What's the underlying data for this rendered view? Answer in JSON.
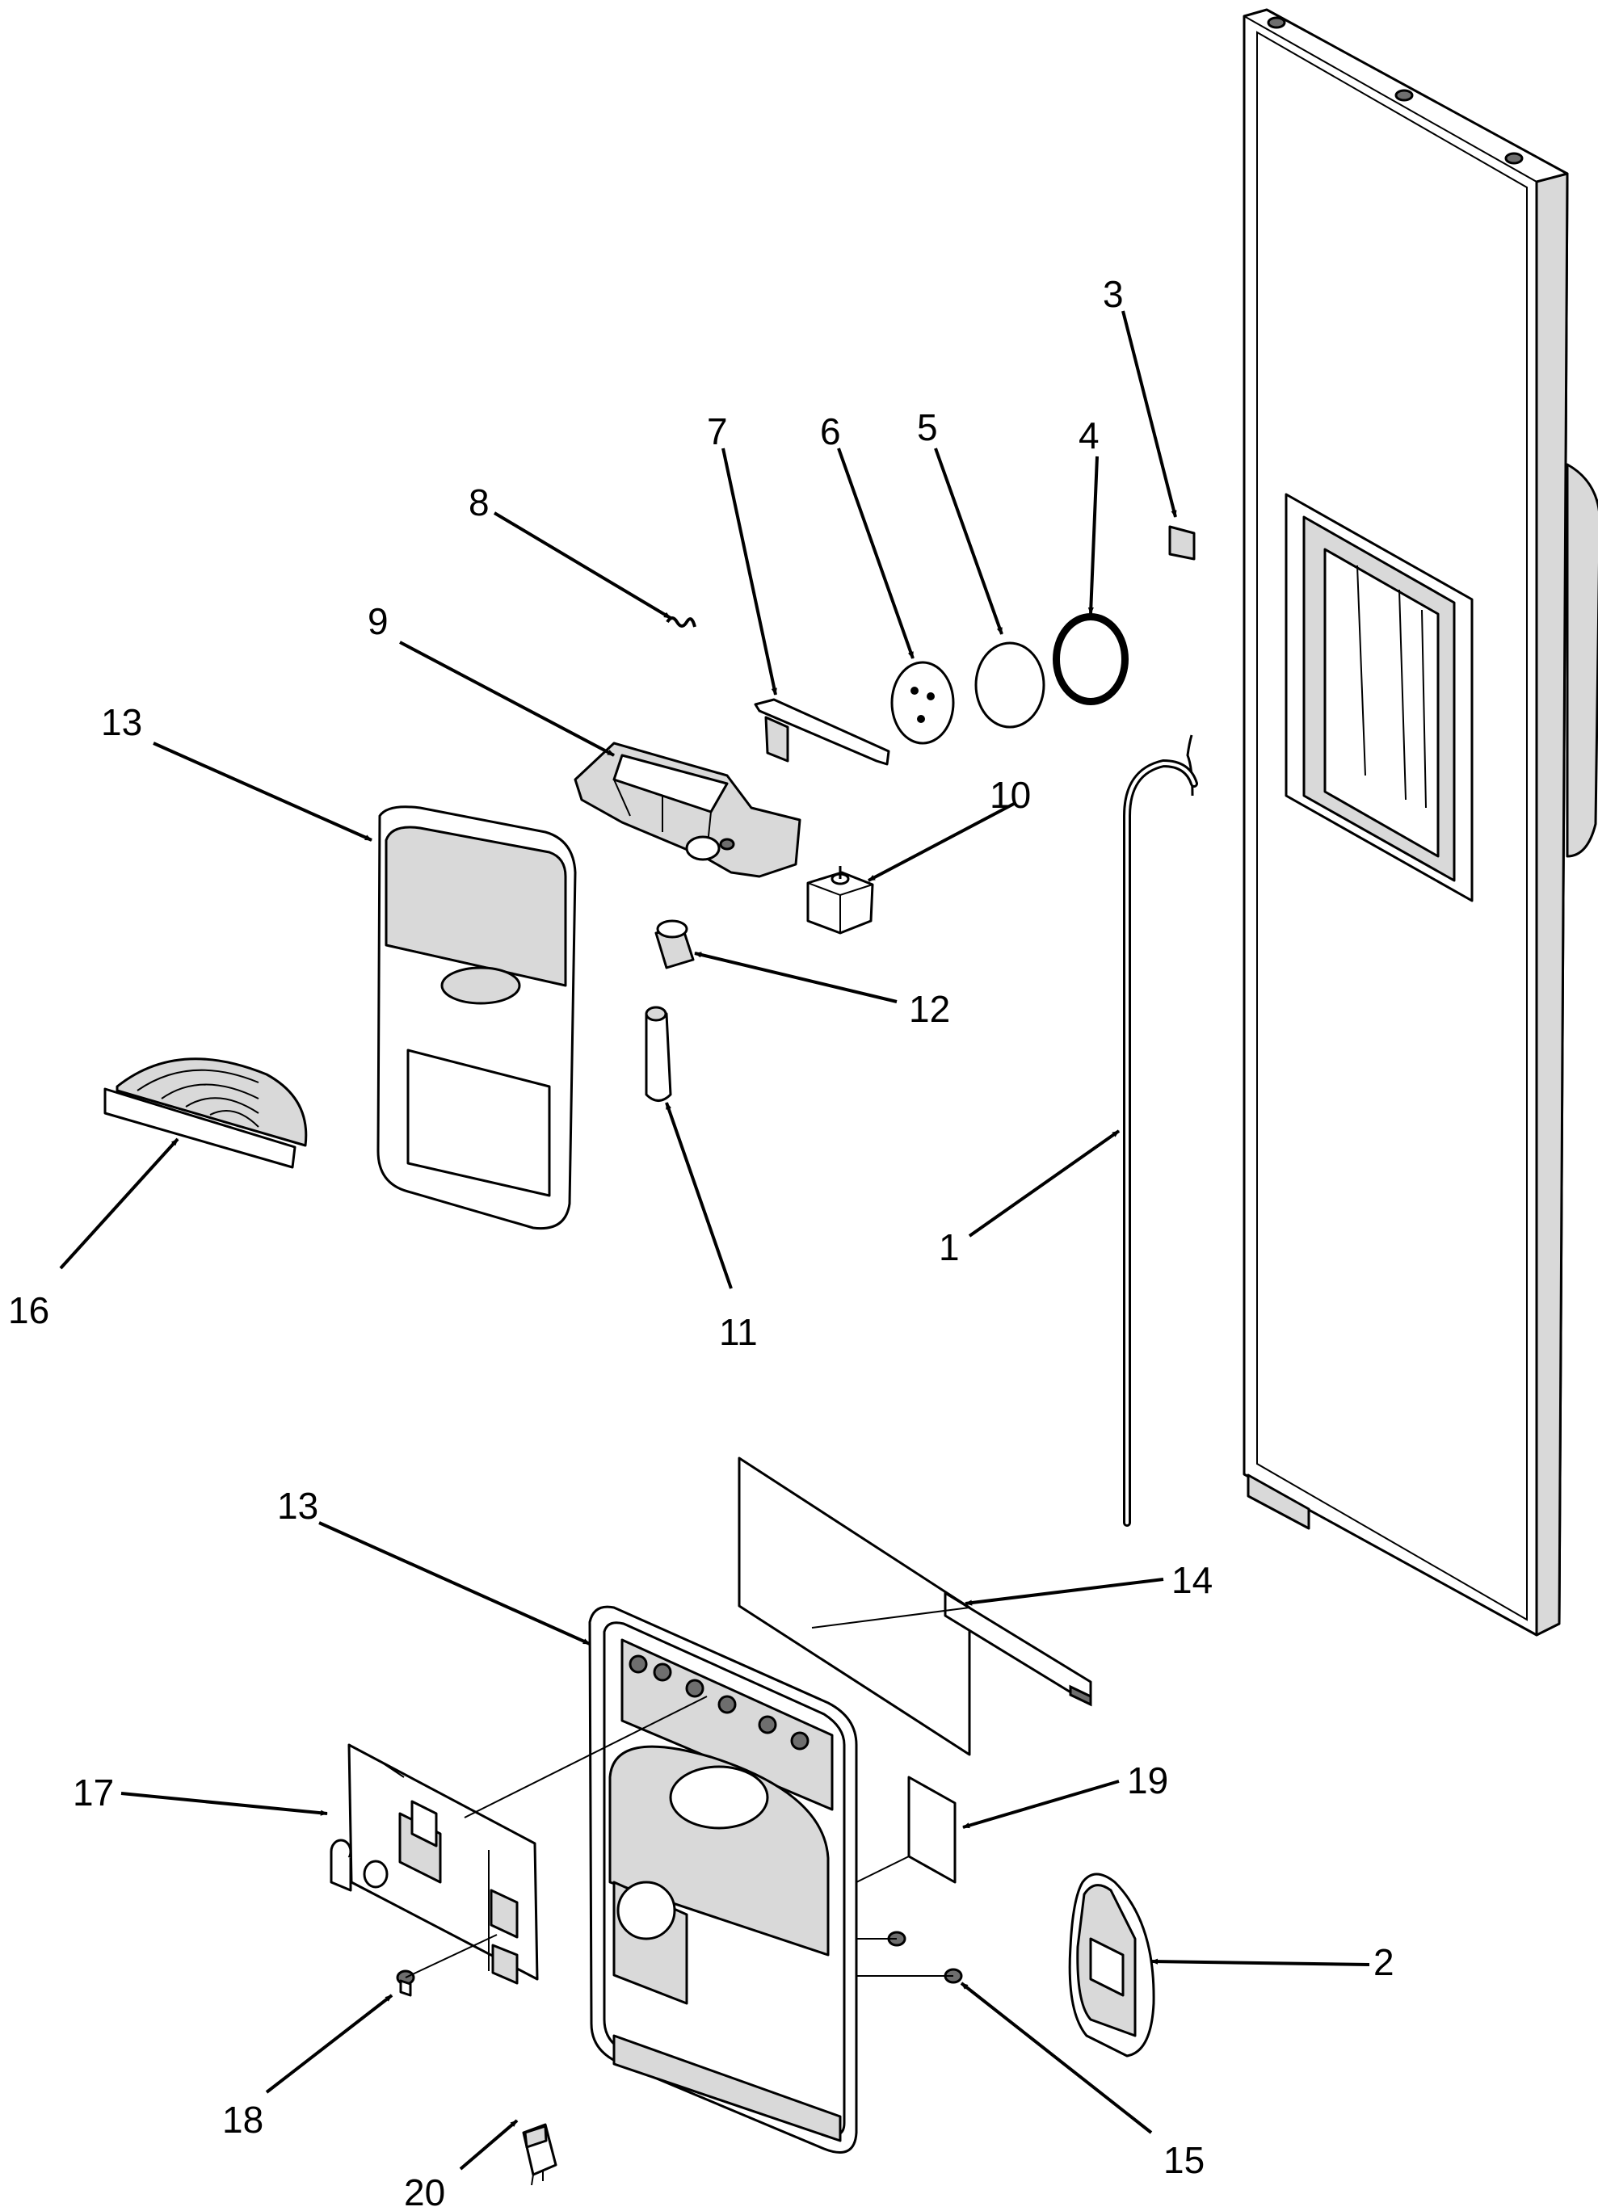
{
  "callouts": {
    "c1": "1",
    "c2": "2",
    "c3": "3",
    "c4": "4",
    "c5": "5",
    "c6": "6",
    "c7": "7",
    "c8": "8",
    "c9": "9",
    "c10": "10",
    "c11": "11",
    "c12": "12",
    "c13a": "13",
    "c13b": "13",
    "c14": "14",
    "c15": "15",
    "c16": "16",
    "c17": "17",
    "c18": "18",
    "c19": "19",
    "c20": "20"
  }
}
